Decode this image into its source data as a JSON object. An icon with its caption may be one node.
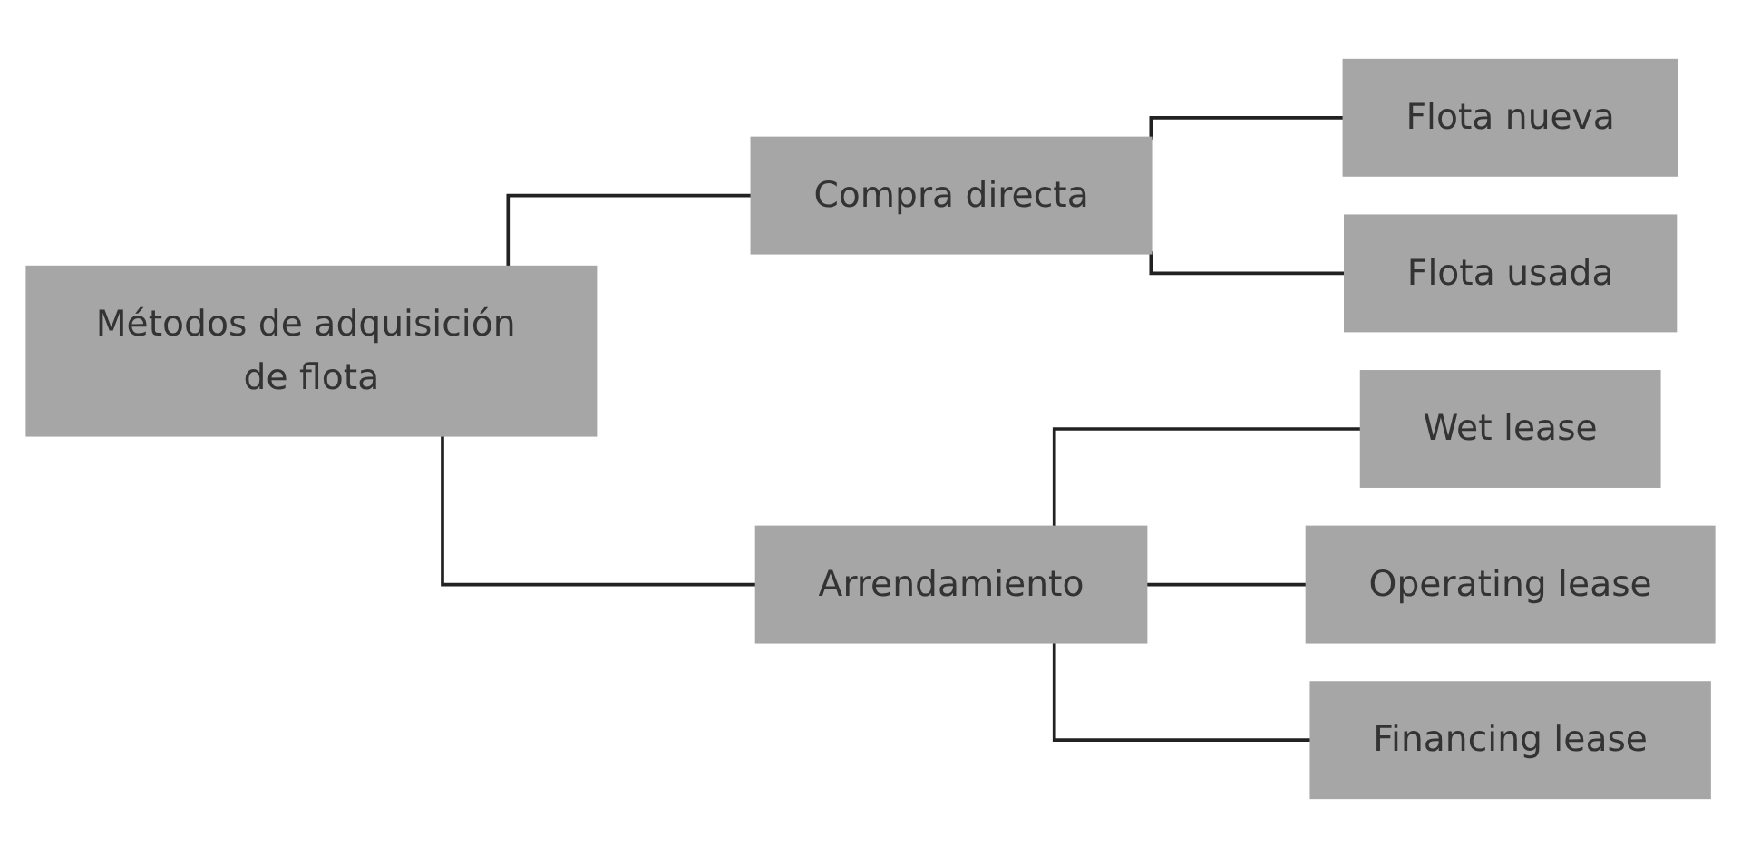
{
  "diagram": {
    "nodes": [
      {
        "text": [
          "Métodos de adquisición de flota"
        ]
      },
      {
        "text": [
          "Compra directa"
        ]
      },
      {
        "text": [
          "Flota nueva"
        ]
      },
      {
        "text": [
          "Flota usada"
        ]
      },
      {
        "text": [
          "Arrendamiento"
        ]
      },
      {
        "text": [
          "Wet lease"
        ]
      },
      {
        "text": [
          "Operating lease"
        ]
      },
      {
        "text": [
          "Financing lease"
        ]
      }
    ],
    "edges": [
      {
        "from": 0,
        "to": 1,
        "arrow": "none"
      },
      {
        "from": 0,
        "to": 4,
        "arrow": "none"
      },
      {
        "from": 1,
        "to": 2,
        "arrow": "none"
      },
      {
        "from": 1,
        "to": 3,
        "arrow": "none"
      },
      {
        "from": 4,
        "to": 5,
        "arrow": "none"
      },
      {
        "from": 4,
        "to": 6,
        "arrow": "none"
      },
      {
        "from": 4,
        "to": 7,
        "arrow": "none"
      }
    ]
  }
}
